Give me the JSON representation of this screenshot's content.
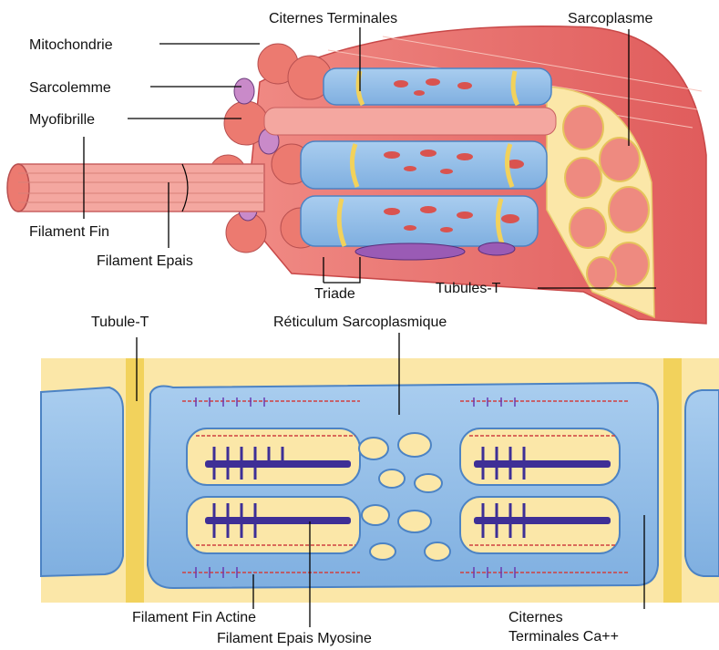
{
  "labels": {
    "citernes_terminales_top": "Citernes Terminales",
    "sarcoplasme": "Sarcoplasme",
    "mitochondrie": "Mitochondrie",
    "sarcolemme": "Sarcolemme",
    "myofibrille": "Myofibrille",
    "filament_fin": "Filament Fin",
    "filament_epais": "Filament Epais",
    "triade": "Triade",
    "tubules_t": "Tubules-T",
    "tubule_t": "Tubule-T",
    "reticulum": "Réticulum Sarcoplasmique",
    "filament_fin_actine": "Filament Fin Actine",
    "filament_epais_myosine": "Filament Epais Myosine",
    "citernes_line1": "Citernes",
    "citernes_line2": "Terminales Ca++"
  },
  "colors": {
    "muscle_red": "#e86a6a",
    "fiber_pink": "#f4a7a0",
    "reticulum_blue": "#8fb9e3",
    "reticulum_edge": "#5a8fcf",
    "sarcoplasm_yellow": "#fbe7a8",
    "t_tubule_yellow": "#f2d25c",
    "myosin_purple": "#4b3aa0",
    "triad_purple": "#9a5bb5"
  }
}
